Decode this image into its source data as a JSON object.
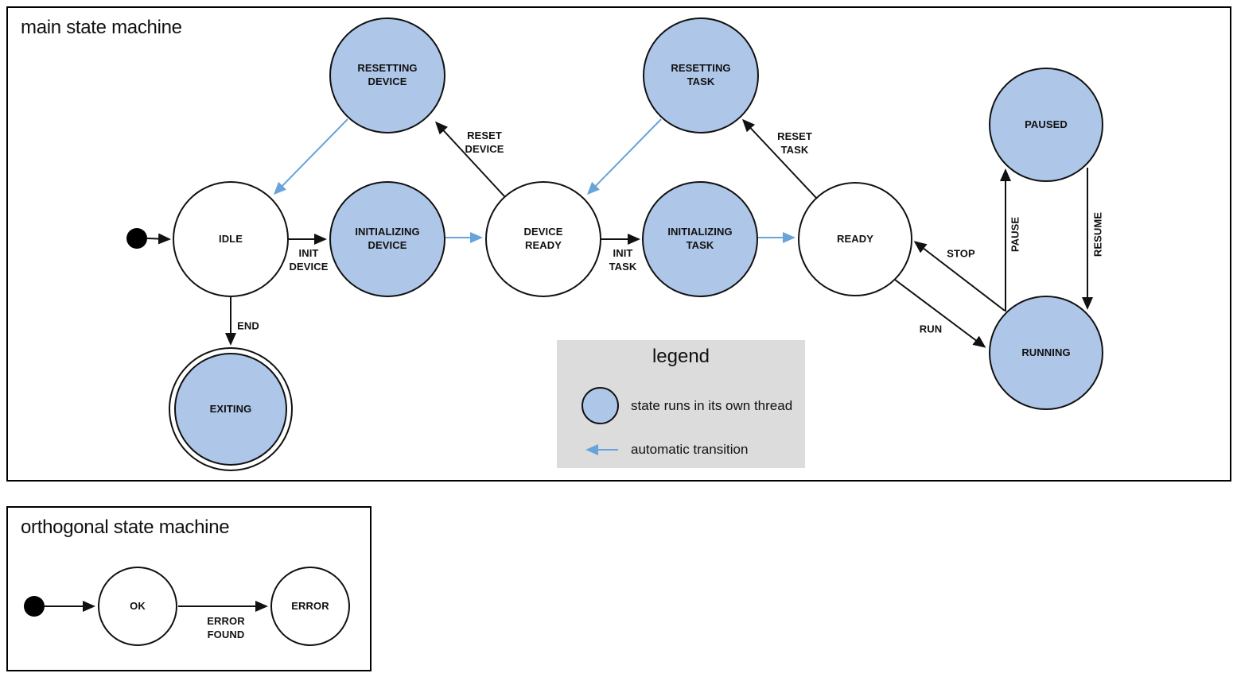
{
  "colors": {
    "threaded_state_fill": "#aec6e8",
    "automatic_transition_blue": "#68a3da",
    "legend_background": "#dcdcdc",
    "line_black": "#111111"
  },
  "main": {
    "title": "main state machine",
    "states": {
      "idle": "IDLE",
      "resetting_device": "RESETTING\nDEVICE",
      "initializing_device": "INITIALIZING\nDEVICE",
      "device_ready": "DEVICE\nREADY",
      "resetting_task": "RESETTING\nTASK",
      "initializing_task": "INITIALIZING\nTASK",
      "ready": "READY",
      "paused": "PAUSED",
      "running": "RUNNING",
      "exiting": "EXITING"
    },
    "transitions": {
      "init_device": "INIT\nDEVICE",
      "reset_device": "RESET\nDEVICE",
      "init_task": "INIT\nTASK",
      "reset_task": "RESET\nTASK",
      "run": "RUN",
      "stop": "STOP",
      "pause": "PAUSE",
      "resume": "RESUME",
      "end": "END"
    }
  },
  "legend": {
    "title": "legend",
    "threaded_state_label": "state runs in its own thread",
    "automatic_transition_label": "automatic transition"
  },
  "orthogonal": {
    "title": "orthogonal state machine",
    "states": {
      "ok": "OK",
      "error": "ERROR"
    },
    "transitions": {
      "error_found": "ERROR\nFOUND"
    }
  }
}
